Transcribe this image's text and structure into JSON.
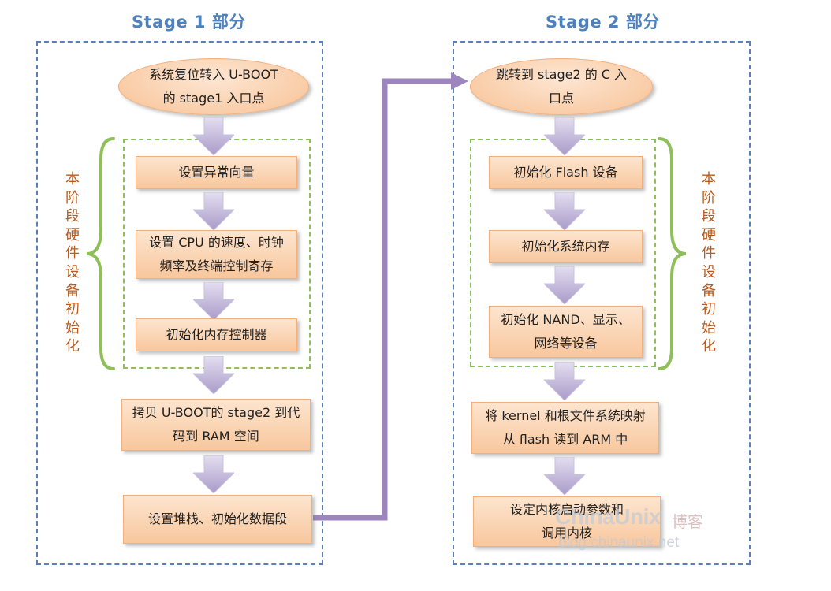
{
  "stage1": {
    "title": "Stage 1 部分",
    "entry": [
      "系统复位转入 U-BOOT",
      "的 stage1 入口点"
    ],
    "hw_label": "本阶段硬件设备初始化",
    "steps": [
      {
        "lines": [
          "设置异常向量"
        ]
      },
      {
        "lines": [
          "设置 CPU 的速度、时钟",
          "频率及终端控制寄存"
        ]
      },
      {
        "lines": [
          "初始化内存控制器"
        ]
      }
    ],
    "copy_step": [
      "拷贝 U-BOOT的 stage2 到代",
      "码到 RAM 空间"
    ],
    "stack_step": [
      "设置堆栈、初始化数据段"
    ]
  },
  "stage2": {
    "title": "Stage 2 部分",
    "entry": [
      "跳转到 stage2 的 C 入",
      "口点"
    ],
    "hw_label": "本阶段硬件设备初始化",
    "steps": [
      {
        "lines": [
          "初始化 Flash 设备"
        ]
      },
      {
        "lines": [
          "初始化系统内存"
        ]
      },
      {
        "lines": [
          "初始化 NAND、显示、",
          "网络等设备"
        ]
      }
    ],
    "map_step": [
      "将 kernel 和根文件系统映射",
      "从 flash 读到 ARM 中"
    ],
    "boot_step": [
      "设定内核启动参数和",
      "调用内核"
    ]
  },
  "watermark": {
    "brand": "ChinaUnix",
    "brand_cn": "博客",
    "url": "blog.chinaunix.net"
  },
  "colors": {
    "arrow": "#b6a7d0",
    "connector": "#9d86bd",
    "frame": "#5b7fb8",
    "brace": "#8fbf5a",
    "box": "#f8c79d"
  }
}
